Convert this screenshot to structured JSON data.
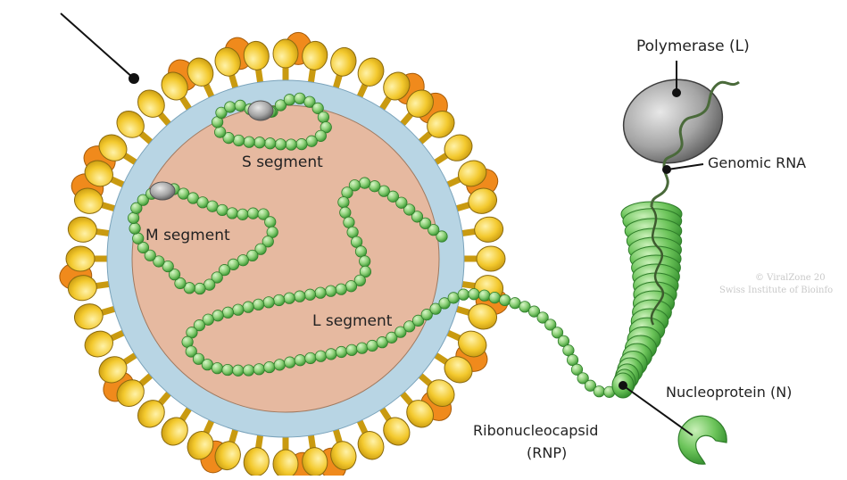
{
  "labels": {
    "s_segment": "S segment",
    "m_segment": "M segment",
    "l_segment": "L segment",
    "polymerase": "Polymerase (L)",
    "genomic_rna": "Genomic RNA",
    "nucleoprotein": "Nucleoprotein (N)",
    "ribonucleocapsid_line1": "Ribonucleocapsid",
    "ribonucleocapsid_line2": "(RNP)"
  },
  "watermark": {
    "line1": "© ViralZone 20",
    "line2": "Swiss Institute of Bioinfo"
  },
  "colors": {
    "interior": "#e6b9a0",
    "membrane": "#b8d5e4",
    "glycoprotein_yellow": "#f3c92e",
    "glycoprotein_orange": "#f08a1c",
    "glycoprotein_outline": "#8a6a10",
    "nucleocapsid_bead": "#8fd17a",
    "nucleocapsid_outline": "#2f7d2a",
    "polymerase": "#9a9a9a",
    "rna": "#4a6a3a",
    "leader_line": "#111111"
  }
}
